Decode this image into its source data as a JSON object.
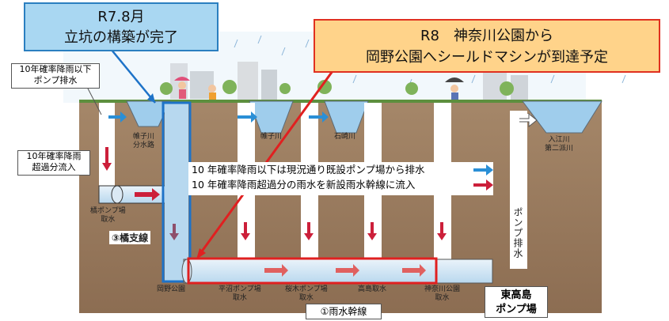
{
  "callouts": {
    "top_left": {
      "line1": "R7.8月",
      "line2": "立坑の構築が完了"
    },
    "top_right": {
      "line1": "R8　神奈川公園から",
      "line2": "岡野公園へシールドマシンが到達予定"
    }
  },
  "labels": {
    "pump_drain": {
      "line1": "10年確率降雨以下",
      "line2": "ポンプ排水"
    },
    "excess_inflow": {
      "line1": "10年確率降雨",
      "line2": "超過分流入"
    },
    "katabira_channel": {
      "line1": "帷子川",
      "line2": "分水路"
    },
    "katabira_river": "帷子川",
    "ishizaki_river": "石崎川",
    "irie_river": {
      "line1": "入江川",
      "line2": "第二派川"
    },
    "tachibana_intake": {
      "line1": "橘ポンプ場",
      "line2": "取水"
    },
    "tachibana_branch": "③橘支線",
    "okano_park": "岡野公園",
    "hiranuma_intake": {
      "line1": "平沼ポンプ場",
      "line2": "取水"
    },
    "sakuragicho_intake": {
      "line1": "桜木ポンプ場",
      "line2": "取水"
    },
    "takashima_intake": "高島取水",
    "kanagawa_park_intake": {
      "line1": "神奈川公園",
      "line2": "取水"
    },
    "pump_drain_vertical": "ポンプ排水",
    "higashi_takashima": {
      "line1": "東高島",
      "line2": "ポンプ場"
    },
    "main_trunk": "①雨水幹線"
  },
  "legend": {
    "row1": "10 年確率降雨以下は現況通り既設ポンプ場から排水",
    "row2": "10 年確率降雨超過分の雨水を新設雨水幹線に流入"
  },
  "colors": {
    "sky": "#eef6fb",
    "soil": "#9a7b5f",
    "soil_dark": "#7d5f47",
    "water": "#a9d3ef",
    "blue_arrow": "#2a8fd6",
    "red_arrow": "#cc1f3a",
    "highlight_blue": "#1e73c8",
    "highlight_red": "#e02020"
  }
}
